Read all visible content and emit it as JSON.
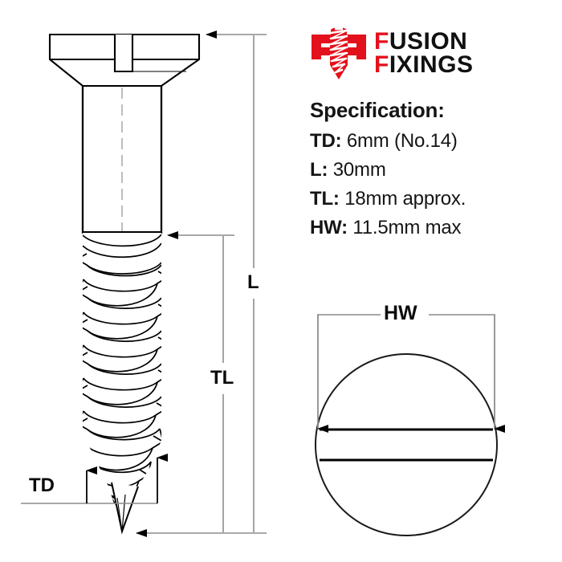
{
  "brand": {
    "logo_icon": "fusion-fixings-screw-logo",
    "line1_cap": "F",
    "line1_rest": "USION",
    "line2_cap": "F",
    "line2_rest": "IXINGS",
    "red": "#e3111b",
    "black": "#111111"
  },
  "spec": {
    "title": "Specification:",
    "rows": [
      {
        "key": "TD:",
        "value": "6mm (No.14)"
      },
      {
        "key": "L:",
        "value": "30mm"
      },
      {
        "key": "TL:",
        "value": "18mm approx."
      },
      {
        "key": "HW:",
        "value": "11.5mm max"
      }
    ]
  },
  "drawing": {
    "dimension_labels": {
      "overall_length": "L",
      "thread_length": "TL",
      "thread_diameter": "TD",
      "head_width": "HW"
    },
    "side_view_name": "countersunk-slotted-wood-screw-side-view",
    "top_view_name": "screw-head-top-view-slot",
    "line_color": "#000000",
    "centerline_color": "#b9b9b9",
    "dimension_line_color": "#8c8c8c"
  }
}
